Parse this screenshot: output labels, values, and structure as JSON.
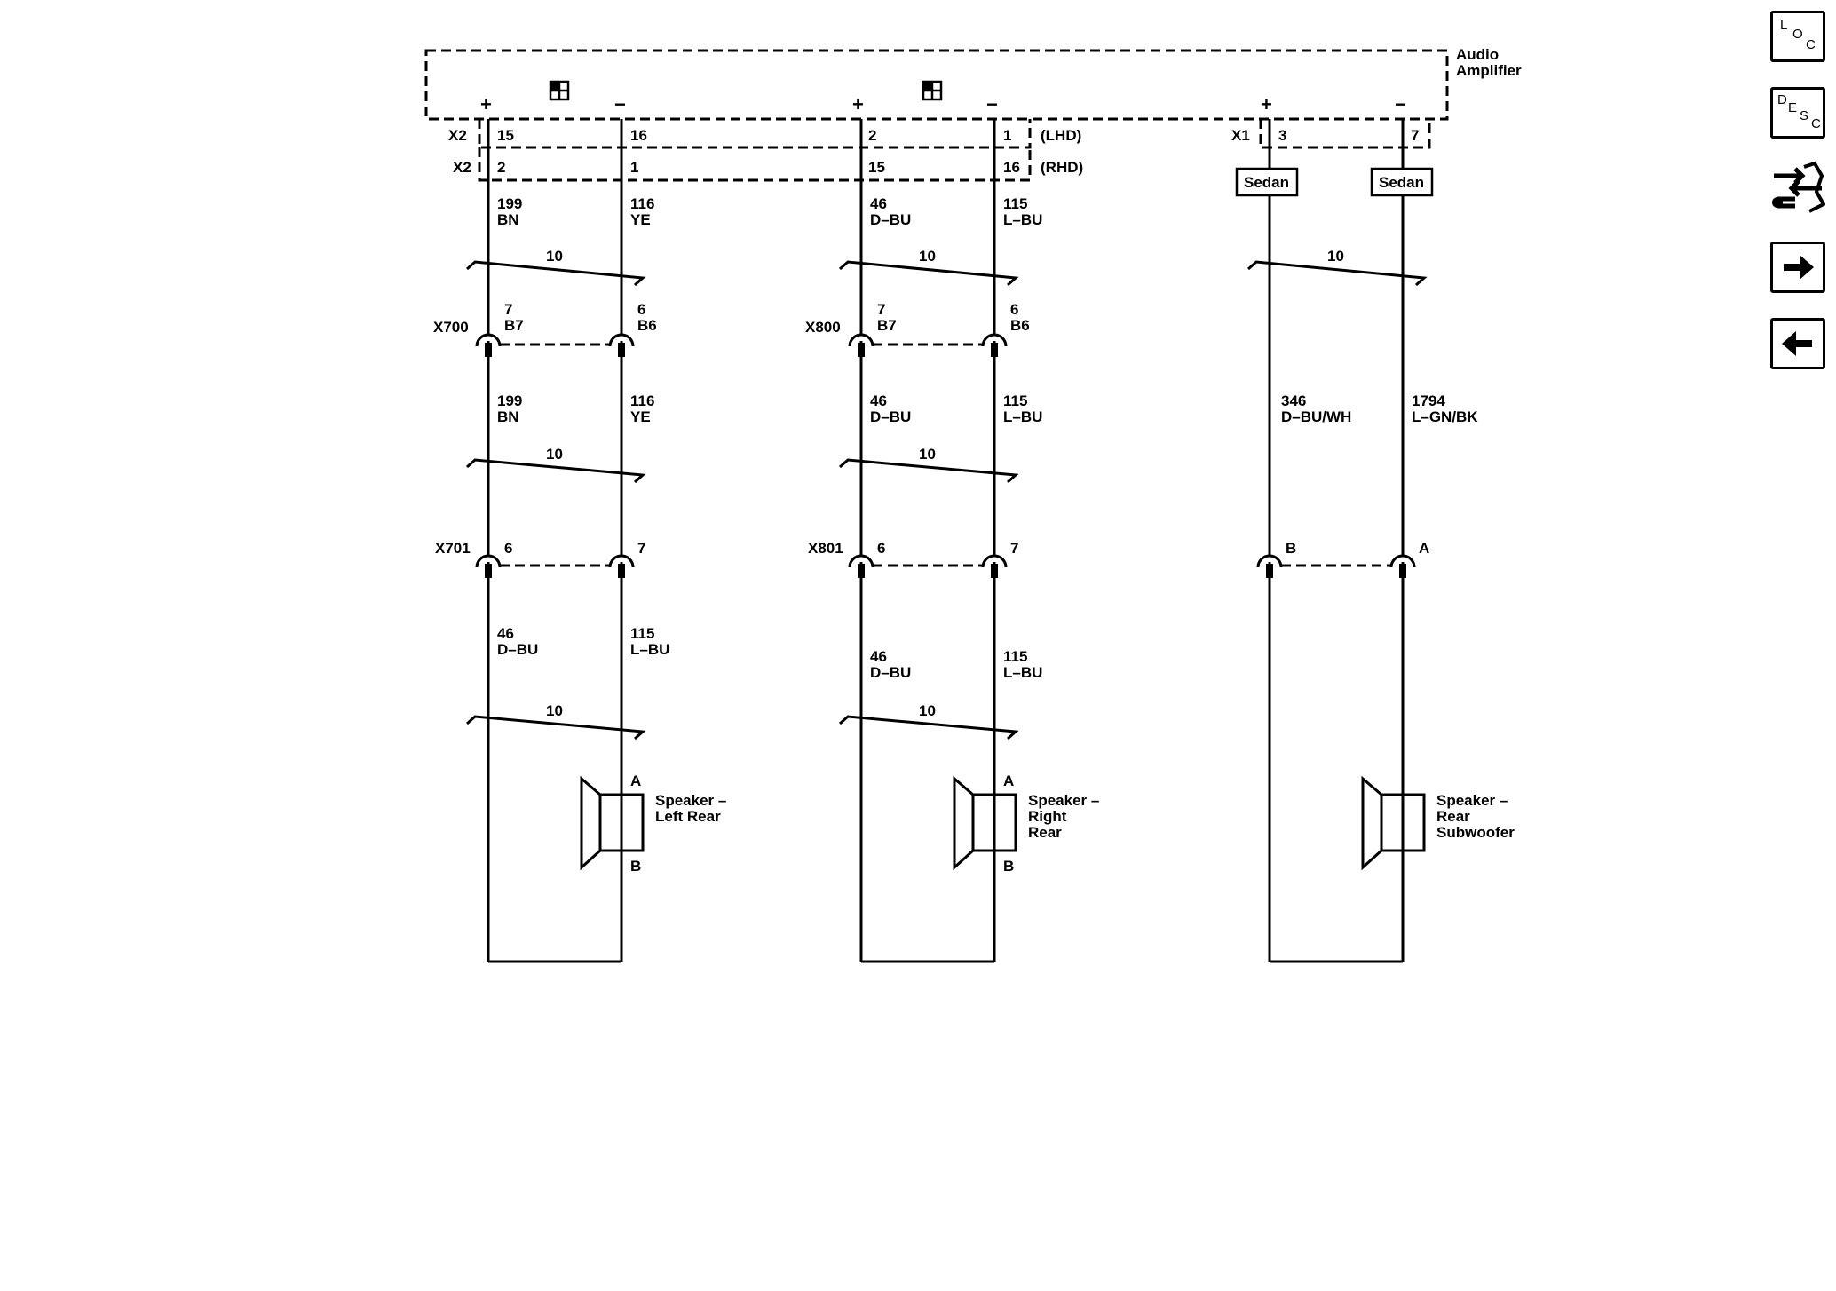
{
  "amplifier": {
    "name_line1": "Audio",
    "name_line2": "Amplifier",
    "connectors": {
      "x2": "X2",
      "x1": "X1"
    },
    "options": {
      "lhd": "(LHD)",
      "rhd": "(RHD)"
    },
    "polarity": {
      "plus": "+",
      "minus": "−"
    },
    "lhd_pins": [
      "15",
      "16",
      "2",
      "1"
    ],
    "rhd_pins": [
      "2",
      "1",
      "15",
      "16"
    ],
    "x1_pins": [
      "3",
      "7"
    ],
    "sedan_label": "Sedan"
  },
  "twist": "10",
  "left": {
    "wire1": {
      "a_num": "199",
      "a_col": "BN",
      "b_num": "116",
      "b_col": "YE"
    },
    "x700": {
      "name": "X700",
      "a_pin": "7",
      "a_sub": "B7",
      "b_pin": "6",
      "b_sub": "B6"
    },
    "wire2": {
      "a_num": "199",
      "a_col": "BN",
      "b_num": "116",
      "b_col": "YE"
    },
    "x701": {
      "name": "X701",
      "a_pin": "6",
      "b_pin": "7"
    },
    "wire3": {
      "a_num": "46",
      "a_col": "D–BU",
      "b_num": "115",
      "b_col": "L–BU"
    },
    "speaker": {
      "line1": "Speaker –",
      "line2": "Left Rear",
      "pin_top": "A",
      "pin_bottom": "B"
    }
  },
  "right": {
    "wire1": {
      "a_num": "46",
      "a_col": "D–BU",
      "b_num": "115",
      "b_col": "L–BU"
    },
    "x800": {
      "name": "X800",
      "a_pin": "7",
      "a_sub": "B7",
      "b_pin": "6",
      "b_sub": "B6"
    },
    "wire2": {
      "a_num": "46",
      "a_col": "D–BU",
      "b_num": "115",
      "b_col": "L–BU"
    },
    "x801": {
      "name": "X801",
      "a_pin": "6",
      "b_pin": "7"
    },
    "wire3": {
      "a_num": "46",
      "a_col": "D–BU",
      "b_num": "115",
      "b_col": "L–BU"
    },
    "speaker": {
      "line1": "Speaker –",
      "line2": "Right",
      "line3": "Rear",
      "pin_top": "A",
      "pin_bottom": "B"
    }
  },
  "sub": {
    "wire1": {
      "a_num": "346",
      "a_col": "D–BU/WH",
      "b_num": "1794",
      "b_col": "L–GN/BK"
    },
    "conn": {
      "a_pin": "B",
      "b_pin": "A"
    },
    "speaker": {
      "line1": "Speaker –",
      "line2": "Rear",
      "line3": "Subwoofer"
    }
  },
  "sidebar": {
    "loc": {
      "c1": "L",
      "c2": "O",
      "c3": "C"
    },
    "desc": {
      "c1": "D",
      "c2": "E",
      "c3": "S",
      "c4": "C"
    },
    "icons": [
      "location-icon",
      "description-icon",
      "connector-service-icon",
      "next-arrow-icon",
      "previous-arrow-icon"
    ]
  }
}
